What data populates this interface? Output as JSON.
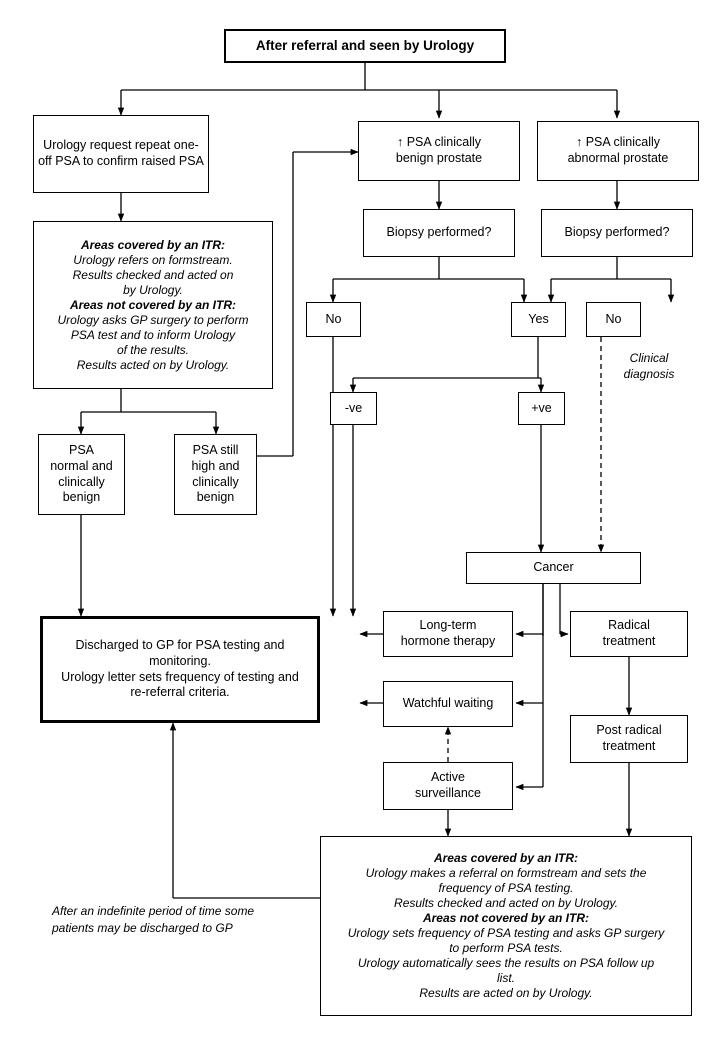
{
  "diagram": {
    "title": "After referral and seen by Urology",
    "nodes": {
      "title_box": "After referral and seen by Urology",
      "urology_repeat": "Urology request repeat one-off PSA to confirm raised PSA",
      "itr_top_l1": "Areas covered by an ITR:",
      "itr_top_l2": "Urology refers on formstream.",
      "itr_top_l3": "Results checked and acted on",
      "itr_top_l4": "by Urology.",
      "itr_top_l5": "Areas not covered by an ITR:",
      "itr_top_l6": "Urology asks GP surgery to perform",
      "itr_top_l7": "PSA test and to inform Urology",
      "itr_top_l8": "of the results.",
      "itr_top_l9": "Results acted on by Urology.",
      "psa_benign_arrow": "↑",
      "psa_benign_l1": "PSA clinically",
      "psa_benign_l2": "benign prostate",
      "psa_abnormal_arrow": "↑",
      "psa_abnormal_l1": "PSA clinically",
      "psa_abnormal_l2": "abnormal prostate",
      "biopsy_left": "Biopsy performed?",
      "biopsy_right": "Biopsy performed?",
      "no_left": "No",
      "yes_mid": "Yes",
      "no_right": "No",
      "clinical_diagnosis_l1": "Clinical",
      "clinical_diagnosis_l2": "diagnosis",
      "neg": "-ve",
      "pos": "+ve",
      "psa_normal_l1": "PSA",
      "psa_normal_l2": "normal and",
      "psa_normal_l3": "clinically",
      "psa_normal_l4": "benign",
      "psa_high_l1": "PSA still",
      "psa_high_l2": "high and",
      "psa_high_l3": "clinically",
      "psa_high_l4": "benign",
      "cancer": "Cancer",
      "discharged_l1": "Discharged to GP for PSA testing and",
      "discharged_l2": "monitoring.",
      "discharged_l3": "Urology letter sets frequency of testing and",
      "discharged_l4": "re-referral criteria.",
      "hormone_l1": "Long-term",
      "hormone_l2": "hormone therapy",
      "watchful": "Watchful waiting",
      "active_l1": "Active",
      "active_l2": "surveillance",
      "radical_l1": "Radical",
      "radical_l2": "treatment",
      "post_radical_l1": "Post radical",
      "post_radical_l2": "treatment",
      "itr_bot_l1": "Areas covered by an ITR:",
      "itr_bot_l2": "Urology makes a referral on formstream and sets the",
      "itr_bot_l3": "frequency of PSA testing.",
      "itr_bot_l4": "Results checked and acted on by Urology.",
      "itr_bot_l5": "Areas not covered by an ITR:",
      "itr_bot_l6": "Urology sets frequency of PSA testing and asks GP surgery",
      "itr_bot_l7": "to perform PSA tests.",
      "itr_bot_l8": "Urology automatically sees the results on PSA follow up",
      "itr_bot_l9": "list.",
      "itr_bot_l10": "Results are acted on by Urology.",
      "footnote_l1": "After an indefinite period of time some",
      "footnote_l2": "patients may be discharged to GP"
    },
    "colors": {
      "stroke": "#000000",
      "background": "#ffffff",
      "text": "#000000"
    }
  }
}
